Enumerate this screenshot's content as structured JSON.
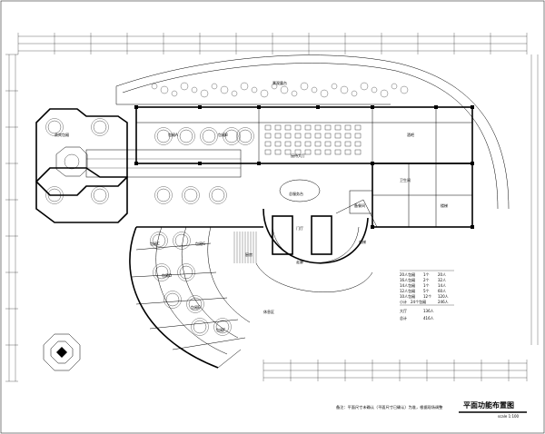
{
  "drawing": {
    "title": "平面功能布置图",
    "scale": "scale 1:100",
    "note": "备注：平面尺寸未确认（平面尺寸已确认）为准，根据现场调整"
  },
  "room_labels": [
    {
      "key": "lakeview",
      "text": "景观露台"
    },
    {
      "key": "lobby",
      "text": "门厅"
    },
    {
      "key": "hall",
      "text": "接待大厅"
    },
    {
      "key": "reception",
      "text": "总服务台"
    },
    {
      "key": "corridor",
      "text": "走廊"
    },
    {
      "key": "private_a",
      "text": "包厢A"
    },
    {
      "key": "private_b",
      "text": "包厢B"
    },
    {
      "key": "private_c",
      "text": "包厢C"
    },
    {
      "key": "private_d",
      "text": "包厢D"
    },
    {
      "key": "private_e",
      "text": "包厢E"
    },
    {
      "key": "private_f",
      "text": "包厢F"
    },
    {
      "key": "private_g",
      "text": "包厢G"
    },
    {
      "key": "vip",
      "text": "贵宾包厢"
    },
    {
      "key": "kitchen",
      "text": "厨房"
    },
    {
      "key": "toilet",
      "text": "卫生间"
    },
    {
      "key": "stair",
      "text": "楼梯"
    },
    {
      "key": "lounge",
      "text": "休息区"
    },
    {
      "key": "service",
      "text": "备餐间"
    },
    {
      "key": "lift",
      "text": "电梯"
    },
    {
      "key": "bar",
      "text": "酒吧"
    }
  ],
  "schedule": {
    "rows": [
      {
        "label": "20人包厢",
        "count": "1个",
        "seats": "20人"
      },
      {
        "label": "16人包厢",
        "count": "2个",
        "seats": "32人"
      },
      {
        "label": "14人包厢",
        "count": "1个",
        "seats": "14人"
      },
      {
        "label": "12人包厢",
        "count": "5个",
        "seats": "60人"
      },
      {
        "label": "10人包厢",
        "count": "12个",
        "seats": "120人"
      }
    ],
    "subtotal_label": "小计",
    "subtotal_count": "24个包厢",
    "subtotal_seats": "246人",
    "hall_label": "大厅",
    "hall_seats": "136人",
    "total_label": "总计",
    "total_seats": "416人"
  }
}
